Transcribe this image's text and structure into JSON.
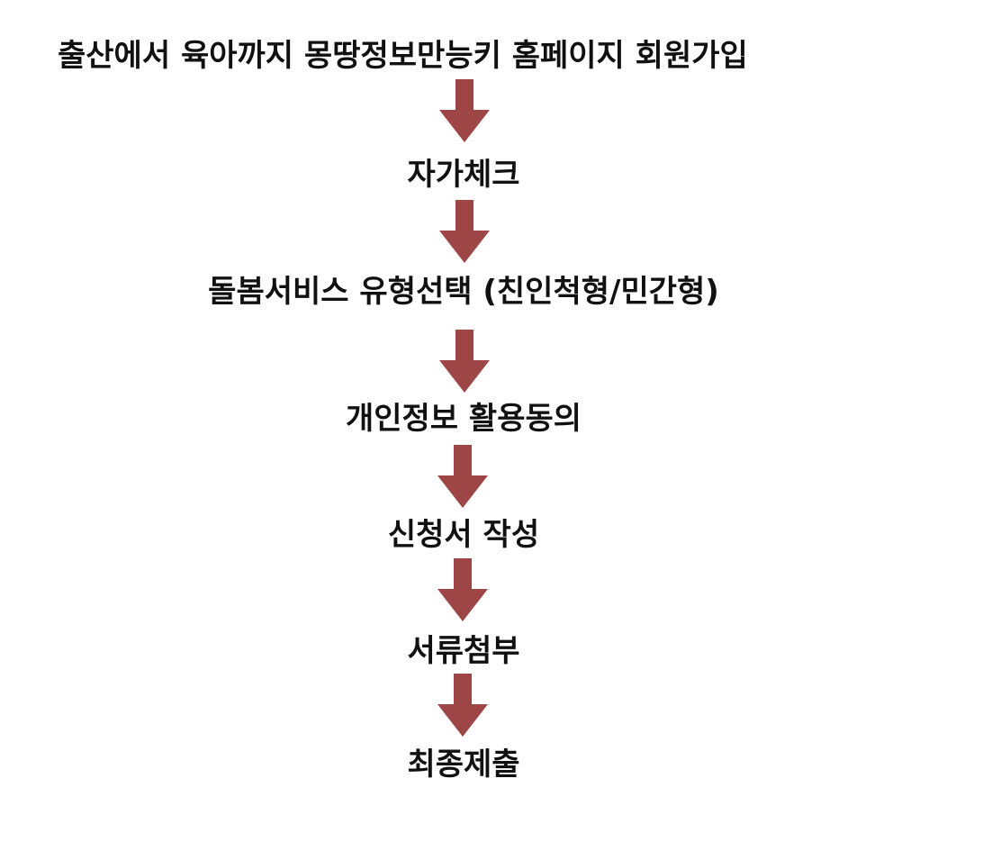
{
  "colors": {
    "arrow": "#9e4545",
    "text": "#111111",
    "background": "#ffffff"
  },
  "flow": {
    "steps": [
      "출산에서 육아까지 몽땅정보만능키 홈페이지 회원가입",
      "자가체크",
      "돌봄서비스 유형선택 (친인척형/민간형)",
      "개인정보 활용동의",
      "신청서 작성",
      "서류첨부",
      "최종제출"
    ],
    "arrow_icon": "down-arrow-icon"
  }
}
